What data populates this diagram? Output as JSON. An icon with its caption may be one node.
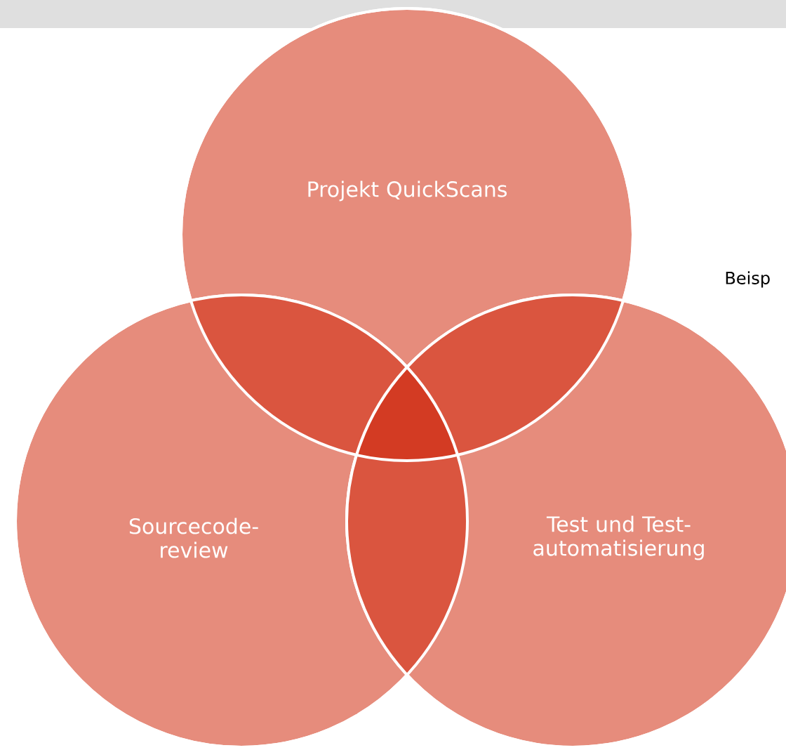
{
  "diagram": {
    "nodes": [
      {
        "text": [
          "Projekt QuickScans"
        ]
      },
      {
        "text": [
          "Sourcecode-review"
        ]
      },
      {
        "text": [
          "Test und Test-automatisierung"
        ]
      }
    ],
    "labels": [
      "Beisp"
    ]
  }
}
